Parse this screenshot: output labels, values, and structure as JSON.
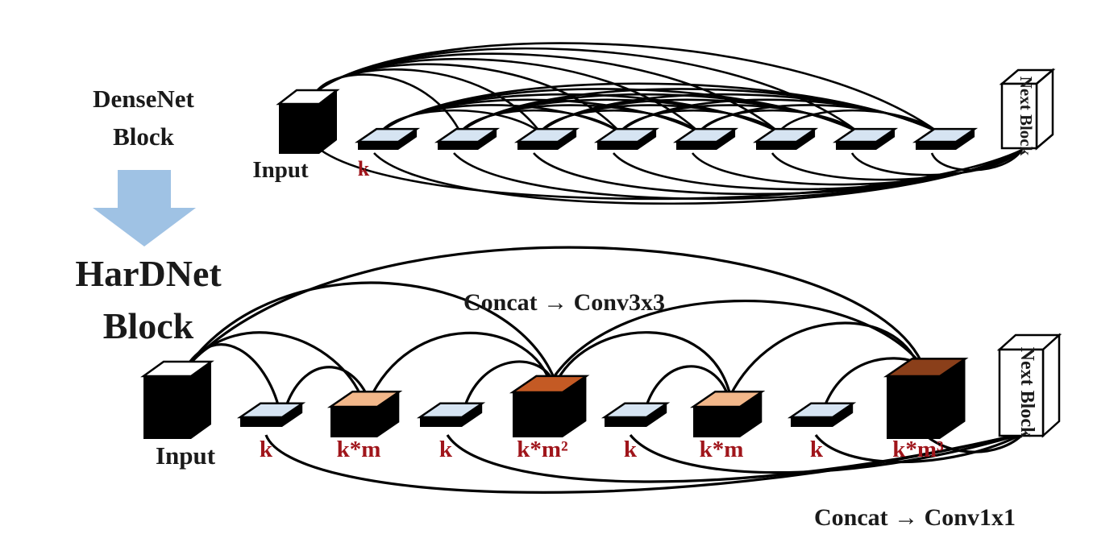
{
  "colors": {
    "arrow": "#9fc2e4",
    "block_k": "#d6e4f2",
    "block_km": "#f2b78a",
    "block_km2": "#c45a24",
    "block_km3": "#8a3f1a",
    "label_red": "#a0151b",
    "label_dark": "#1a1a1a"
  },
  "densenet": {
    "title_line1": "DenseNet",
    "title_line2": "Block",
    "input_label": "Input",
    "next_block_label": "Next Block",
    "first_layer_label": "k",
    "layer_count": 8,
    "connectivity": "dense"
  },
  "transition_arrow": {
    "icon": "down-arrow-icon"
  },
  "hardnet": {
    "title_line1": "HarDNet",
    "title_line2": "Block",
    "input_label": "Input",
    "next_block_label": "Next Block",
    "top_caption": "Concat → Conv3x3",
    "bottom_caption": "Concat → Conv1x1",
    "layers": [
      {
        "label": "k",
        "kind": "k"
      },
      {
        "label": "k*m",
        "kind": "km"
      },
      {
        "label": "k",
        "kind": "k"
      },
      {
        "label": "k*m²",
        "kind": "km2"
      },
      {
        "label": "k",
        "kind": "k"
      },
      {
        "label": "k*m",
        "kind": "km"
      },
      {
        "label": "k",
        "kind": "k"
      },
      {
        "label": "k*m³",
        "kind": "km3"
      }
    ]
  }
}
